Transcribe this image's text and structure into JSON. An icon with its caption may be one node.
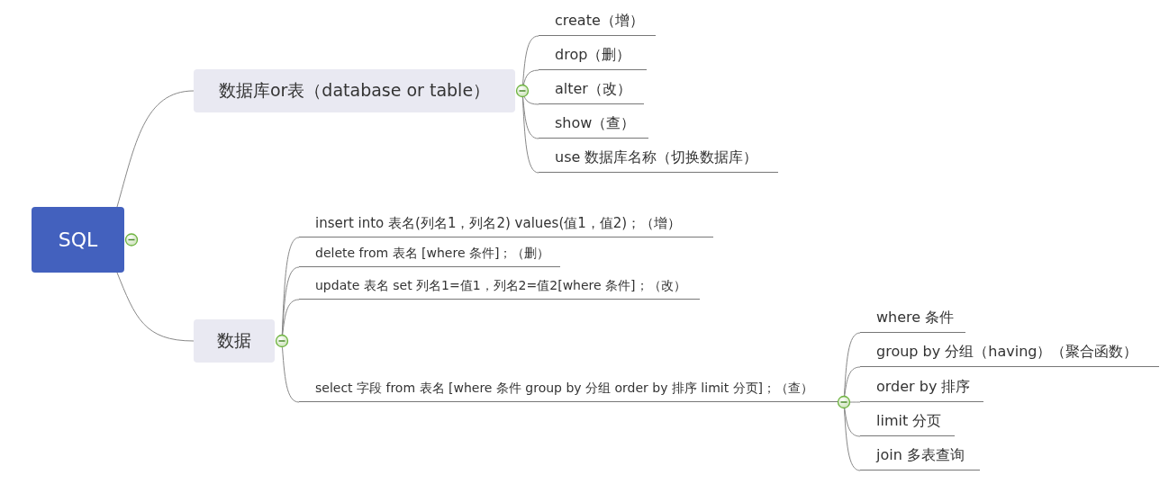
{
  "diagram": {
    "nodes": [
      {
        "text": [
          "SQL"
        ]
      },
      {
        "text": [
          "数据库or表（database or table）"
        ]
      },
      {
        "text": [
          "create（增）"
        ]
      },
      {
        "text": [
          "drop（删）"
        ]
      },
      {
        "text": [
          "alter（改）"
        ]
      },
      {
        "text": [
          "show（查）"
        ]
      },
      {
        "text": [
          "use 数据库名称（切换数据库）"
        ]
      },
      {
        "text": [
          "数据"
        ]
      },
      {
        "text": [
          "insert into 表名(列名1，列名2) values(值1，值2)；（增）"
        ]
      },
      {
        "text": [
          "delete from 表名 [where 条件]；（删）"
        ]
      },
      {
        "text": [
          "update 表名 set 列名1=值1，列名2=值2[where 条件]；（改）"
        ]
      },
      {
        "text": [
          "select 字段 from 表名 [where 条件 group by 分组 order by 排序 limit 分页]；（查）"
        ]
      },
      {
        "text": [
          "where 条件"
        ]
      },
      {
        "text": [
          "group by 分组（having）（聚合函数）"
        ]
      },
      {
        "text": [
          "order by 排序"
        ]
      },
      {
        "text": [
          "limit 分页"
        ]
      },
      {
        "text": [
          "join 多表查询"
        ]
      }
    ],
    "edges": [
      {
        "from": 0,
        "to": 1,
        "arrow": "none"
      },
      {
        "from": 0,
        "to": 7,
        "arrow": "none"
      },
      {
        "from": 1,
        "to": 2,
        "arrow": "none"
      },
      {
        "from": 1,
        "to": 3,
        "arrow": "none"
      },
      {
        "from": 1,
        "to": 4,
        "arrow": "none"
      },
      {
        "from": 1,
        "to": 5,
        "arrow": "none"
      },
      {
        "from": 1,
        "to": 6,
        "arrow": "none"
      },
      {
        "from": 7,
        "to": 8,
        "arrow": "none"
      },
      {
        "from": 7,
        "to": 9,
        "arrow": "none"
      },
      {
        "from": 7,
        "to": 10,
        "arrow": "none"
      },
      {
        "from": 7,
        "to": 11,
        "arrow": "none"
      },
      {
        "from": 11,
        "to": 12,
        "arrow": "none"
      },
      {
        "from": 11,
        "to": 13,
        "arrow": "none"
      },
      {
        "from": 11,
        "to": 14,
        "arrow": "none"
      },
      {
        "from": 11,
        "to": 15,
        "arrow": "none"
      },
      {
        "from": 11,
        "to": 16,
        "arrow": "none"
      }
    ]
  }
}
